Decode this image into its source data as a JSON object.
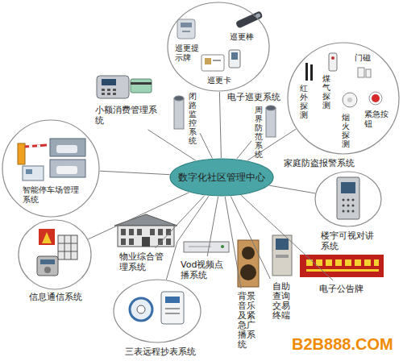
{
  "diagram": {
    "nodes": [
      {
        "text": [
          "电子巡更系统",
          "巡更提示牌",
          "巡更棒",
          "巡更卡"
        ]
      },
      {
        "text": [
          "小额消费管理系统"
        ]
      },
      {
        "text": [
          "闭路监控系统"
        ]
      },
      {
        "text": [
          "周界防范系统"
        ]
      },
      {
        "text": [
          "家庭防盗报警系统",
          "红外探测",
          "煤气探测",
          "烟火探测",
          "门磁",
          "紧急按钮"
        ]
      },
      {
        "text": [
          "智能停车场管理系统"
        ]
      },
      {
        "text": [
          "数字化社区管理中心"
        ]
      },
      {
        "text": [
          "楼宇可视对讲系统"
        ]
      },
      {
        "text": [
          "物业综合管理系统"
        ]
      },
      {
        "text": [
          "信息通信系统"
        ]
      },
      {
        "text": [
          "Vod视频点播系统"
        ]
      },
      {
        "text": [
          "自助查询交易终端"
        ]
      },
      {
        "text": [
          "电子公告牌"
        ]
      },
      {
        "text": [
          "背景音乐及紧急广播系统"
        ]
      },
      {
        "text": [
          "三表远程抄表系统"
        ]
      }
    ],
    "edges": [
      {
        "from": 6,
        "to": 0,
        "arrow": "none"
      },
      {
        "from": 6,
        "to": 1,
        "arrow": "none"
      },
      {
        "from": 6,
        "to": 2,
        "arrow": "none"
      },
      {
        "from": 6,
        "to": 3,
        "arrow": "none"
      },
      {
        "from": 6,
        "to": 4,
        "arrow": "none"
      },
      {
        "from": 6,
        "to": 5,
        "arrow": "none"
      },
      {
        "from": 6,
        "to": 7,
        "arrow": "none"
      },
      {
        "from": 6,
        "to": 8,
        "arrow": "none"
      },
      {
        "from": 6,
        "to": 9,
        "arrow": "none"
      },
      {
        "from": 6,
        "to": 10,
        "arrow": "none"
      },
      {
        "from": 6,
        "to": 11,
        "arrow": "none"
      },
      {
        "from": 6,
        "to": 12,
        "arrow": "none"
      },
      {
        "from": 6,
        "to": 13,
        "arrow": "none"
      },
      {
        "from": 6,
        "to": 14,
        "arrow": "none"
      }
    ],
    "labels": [
      "B2B888.COM"
    ]
  }
}
